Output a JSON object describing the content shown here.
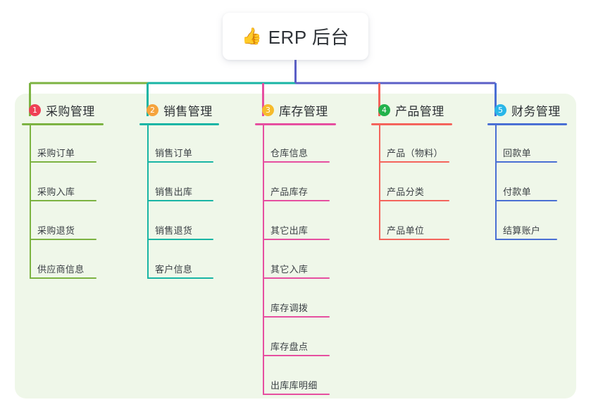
{
  "root": {
    "icon": "thumbs-up-icon",
    "emoji": "👍",
    "title": "ERP 后台"
  },
  "palette": {
    "panel_bg": "#eff7e9",
    "page_bg": "#ffffff",
    "card_bg": "#ffffff",
    "text": "#2c3034",
    "leaf_text": "#3b4045",
    "bus_left_green": "#7cb342",
    "bus_mid_teal": "#19b5a5",
    "bus_right_purple": "#5b5fc7"
  },
  "columns": [
    {
      "index": "1",
      "badge_color": "#ef4056",
      "title": "采购管理",
      "rule_color": "#7cb342",
      "drop_color": "#7cb342",
      "items": [
        "采购订单",
        "采购入库",
        "采购退货",
        "供应商信息"
      ]
    },
    {
      "index": "2",
      "badge_color": "#f5a33c",
      "title": "销售管理",
      "rule_color": "#19b5a5",
      "drop_color": "#19b5a5",
      "items": [
        "销售订单",
        "销售出库",
        "销售退货",
        "客户信息"
      ]
    },
    {
      "index": "3",
      "badge_color": "#f6bb2c",
      "title": "库存管理",
      "rule_color": "#e64fa0",
      "drop_color": "#e64fa0",
      "items": [
        "仓库信息",
        "产品库存",
        "其它出库",
        "其它入库",
        "库存调拨",
        "库存盘点",
        "出库库明细"
      ]
    },
    {
      "index": "4",
      "badge_color": "#22b24c",
      "title": "产品管理",
      "rule_color": "#f4645c",
      "drop_color": "#f4645c",
      "items": [
        "产品（物料）",
        "产品分类",
        "产品单位"
      ]
    },
    {
      "index": "5",
      "badge_color": "#29b6e8",
      "title": "财务管理",
      "rule_color": "#4a6fd4",
      "drop_color": "#4a6fd4",
      "items": [
        "回款单",
        "付款单",
        "结算账户"
      ]
    }
  ]
}
